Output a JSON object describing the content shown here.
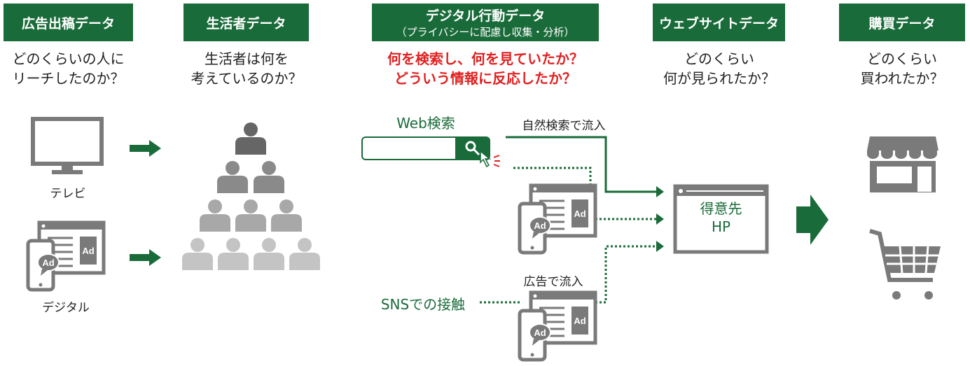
{
  "columns": [
    {
      "title": "広告出稿データ",
      "question": [
        "どのくらいの人に",
        "リーチしたのか？"
      ]
    },
    {
      "title": "生活者データ",
      "question": [
        "生活者は何を",
        "考えているのか？"
      ]
    },
    {
      "title": "デジタル行動データ",
      "subtitle": "（プライバシーに配慮し収集・分析）",
      "question": [
        "何を検索し、何を見ていたか？",
        "どういう情報に反応したか？"
      ]
    },
    {
      "title": "ウェブサイトデータ",
      "question": [
        "どのくらい",
        "何が見られたか？"
      ]
    },
    {
      "title": "購買データ",
      "question": [
        "どのくらい",
        "買われたか？"
      ]
    }
  ],
  "media": {
    "tv": "テレビ",
    "digital": "デジタル",
    "ad": "Ad"
  },
  "flow": {
    "web_search": "Web検索",
    "organic": "自然検索で流入",
    "ad_inflow": "広告で流入",
    "sns": "SNSでの接触",
    "hp_line1": "得意先",
    "hp_line2": "HP"
  },
  "colors": {
    "green": "#1a6b3a",
    "gray": "#7a7a7a",
    "red": "#e02020"
  }
}
